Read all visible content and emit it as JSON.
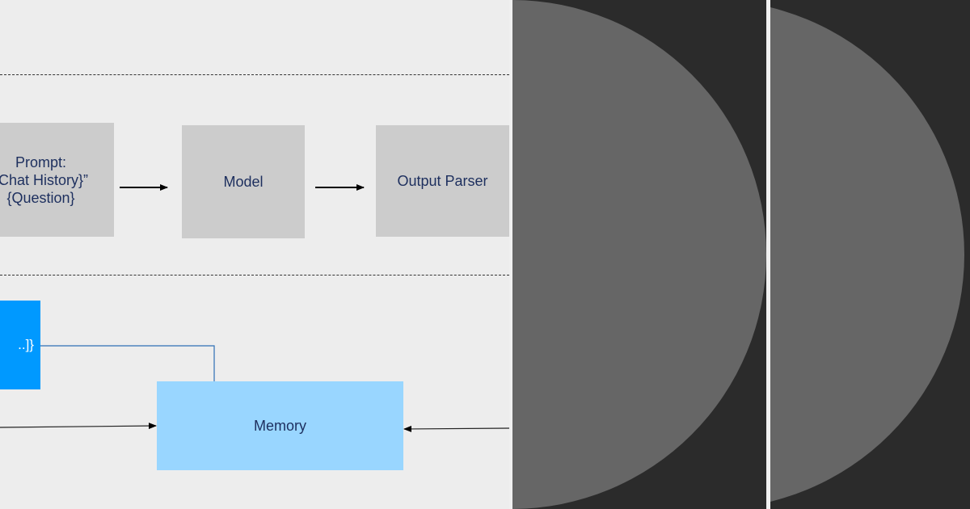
{
  "diagram": {
    "prompt_lines": [
      "Prompt:",
      "{Chat History}”",
      "{Question}"
    ],
    "model_label": "Model",
    "parser_label": "Output Parser",
    "input_label": "..]}",
    "memory_label": "Memory"
  },
  "colors": {
    "background": "#ededed",
    "gray_box": "#cccccc",
    "input_box": "#0099ff",
    "memory_box": "#99d6ff",
    "text": "#1d2f5e",
    "dark_panel": "#2b2b2b",
    "circle": "#666666"
  }
}
